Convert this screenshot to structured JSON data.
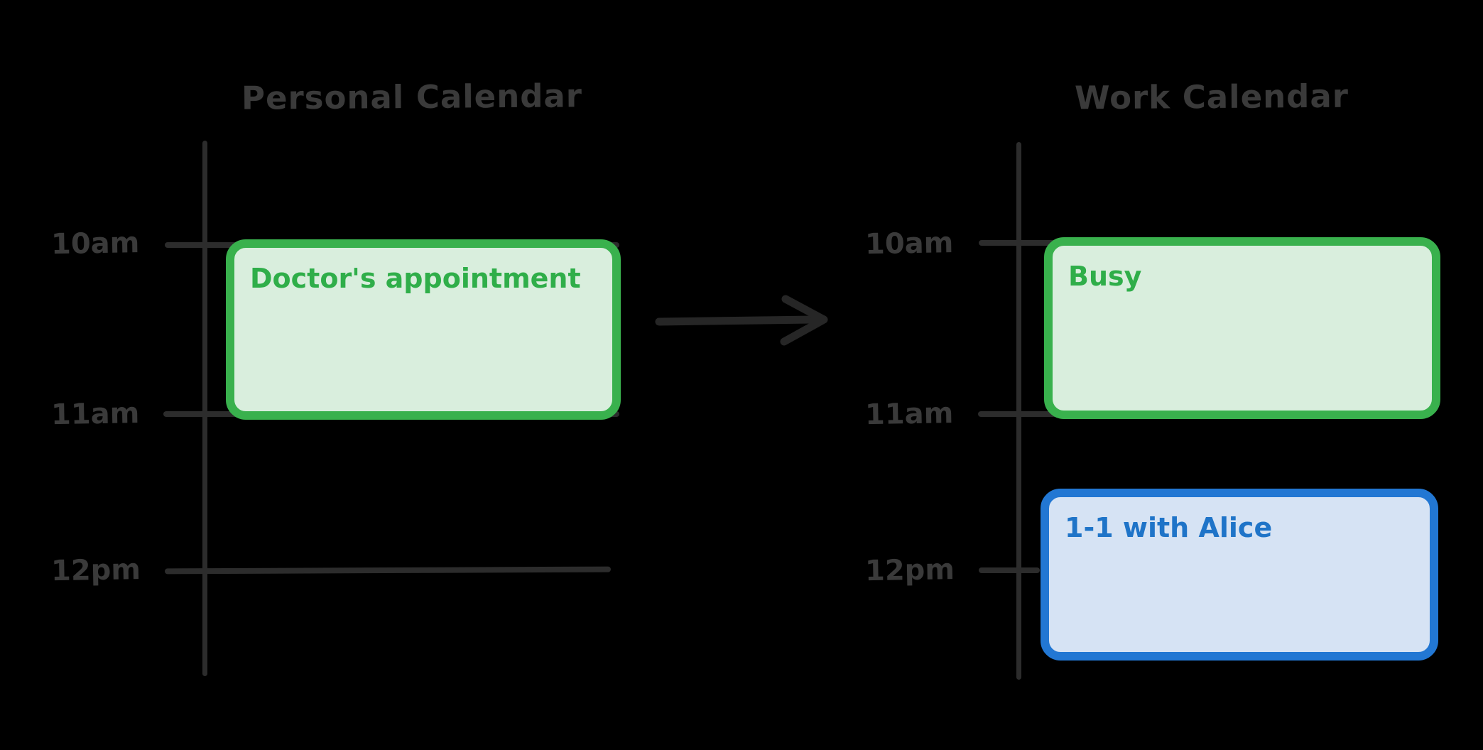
{
  "palette": {
    "background": "#000000",
    "ink_line": "#2c2c2c",
    "ink_text": "#3a3a3a",
    "green_border": "#39b14d",
    "green_fill": "#d9eedd",
    "green_text": "#2fae49",
    "blue_border": "#2277d3",
    "blue_fill": "#d6e3f4",
    "blue_text": "#1f74c8"
  },
  "arrow": {
    "direction": "left-to-right"
  },
  "calendars": [
    {
      "title": "Personal Calendar",
      "time_labels": [
        "10am",
        "11am",
        "12pm"
      ],
      "events": [
        {
          "title": "Doctor's appointment",
          "start": "10am",
          "end": "11am",
          "color": "green"
        }
      ]
    },
    {
      "title": "Work Calendar",
      "time_labels": [
        "10am",
        "11am",
        "12pm"
      ],
      "events": [
        {
          "title": "Busy",
          "start": "10am",
          "end": "11am",
          "color": "green"
        },
        {
          "title": "1-1 with Alice",
          "start": "11:30am",
          "end": "12:30pm",
          "color": "blue"
        }
      ]
    }
  ]
}
